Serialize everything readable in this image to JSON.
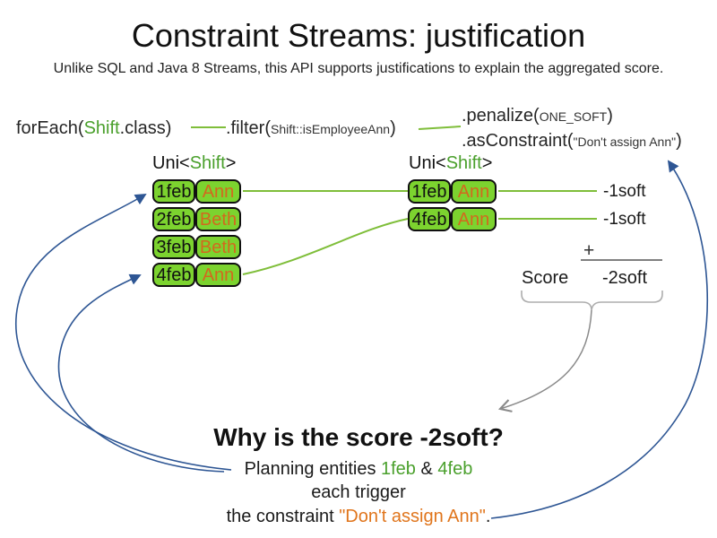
{
  "slide": {
    "title": "Constraint Streams: justification",
    "subtitle": "Unlike SQL and Java 8 Streams, this API supports justifications to explain the aggregated score."
  },
  "code": {
    "foreach_pre": "forEach(",
    "foreach_class": "Shift",
    "foreach_post": ".class)",
    "filter_pre": ".filter(",
    "filter_arg_class": "Shift",
    "filter_arg_rest": "::isEmployeeAnn",
    "filter_post": ")",
    "penalize_pre": ".penalize(",
    "penalize_arg": "ONE_SOFT",
    "penalize_post": ")",
    "asconstraint_pre": ".asConstraint(",
    "asconstraint_arg": "\"Don't assign Ann\"",
    "asconstraint_post": ")"
  },
  "left_stream": {
    "type_pre": "Uni<",
    "type_name": "Shift",
    "type_post": ">",
    "rows": [
      {
        "date": "1feb",
        "employee": "Ann"
      },
      {
        "date": "2feb",
        "employee": "Beth"
      },
      {
        "date": "3feb",
        "employee": "Beth"
      },
      {
        "date": "4feb",
        "employee": "Ann"
      }
    ]
  },
  "right_stream": {
    "type_pre": "Uni<",
    "type_name": "Shift",
    "type_post": ">",
    "rows": [
      {
        "date": "1feb",
        "employee": "Ann"
      },
      {
        "date": "4feb",
        "employee": "Ann"
      }
    ]
  },
  "score_panel": {
    "penalty_labels": [
      "-1soft",
      "-1soft"
    ],
    "plus_sign": "+",
    "score_label": "Score",
    "total_score": "-2soft"
  },
  "explanation": {
    "heading": "Why is the score -2soft?",
    "line1_pre": "Planning entities ",
    "line1_entity1": "1feb",
    "line1_mid": " & ",
    "line1_entity2": "4feb",
    "line2": "each trigger",
    "line3_pre": "the constraint ",
    "line3_constraint": "\"Don't assign Ann\"",
    "line3_post": "."
  },
  "colors": {
    "entity_green_fill": "#7CD32F",
    "green_text": "#4AA02C",
    "orange_text": "#D2691E",
    "constraint_orange": "#E0751C",
    "arrow_blue": "#2E5694",
    "arrow_gray": "#8A8A8A",
    "line_green": "#7FBE3A"
  }
}
